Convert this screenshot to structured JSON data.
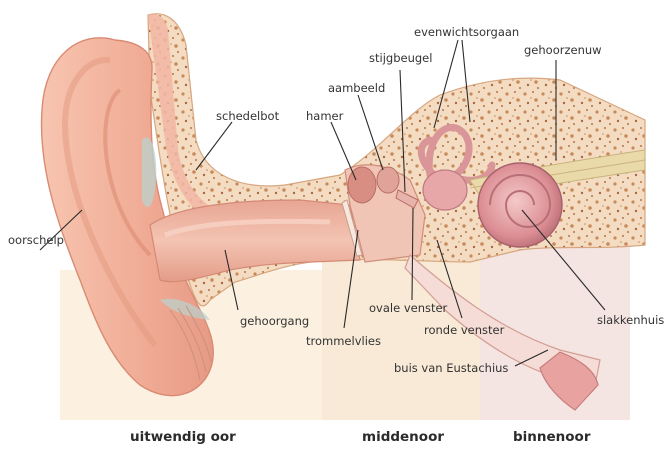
{
  "labels": {
    "schedelbot": "schedelbot",
    "oorschelp": "oorschelp",
    "gehoorgang": "gehoorgang",
    "hamer": "hamer",
    "aambeeld": "aambeeld",
    "stijgbeugel": "stijgbeugel",
    "evenwichtsorgaan": "evenwichtsorgaan",
    "gehoorzenuw": "gehoorzenuw",
    "trommelvlies": "trommelvlies",
    "ovale_venster": "ovale venster",
    "ronde_venster": "ronde venster",
    "slakkenhuis": "slakkenhuis",
    "buis_van_eustachius": "buis van Eustachius"
  },
  "sections": {
    "outer": "uitwendig oor",
    "middle": "middenoor",
    "inner": "binnenoor"
  },
  "colors": {
    "bone": "#f3d9bf",
    "bone_speckle": "#c98a5a",
    "skin": "#f2b7a0",
    "skin_dark": "#e08f78",
    "canal": "#f0c2b0",
    "inner_ear": "#e9a0a0",
    "nerve": "#e8d8a8",
    "zone_outer": "#fbf0df",
    "zone_middle": "#f6e6cf",
    "zone_inner": "#f2e2e0"
  }
}
